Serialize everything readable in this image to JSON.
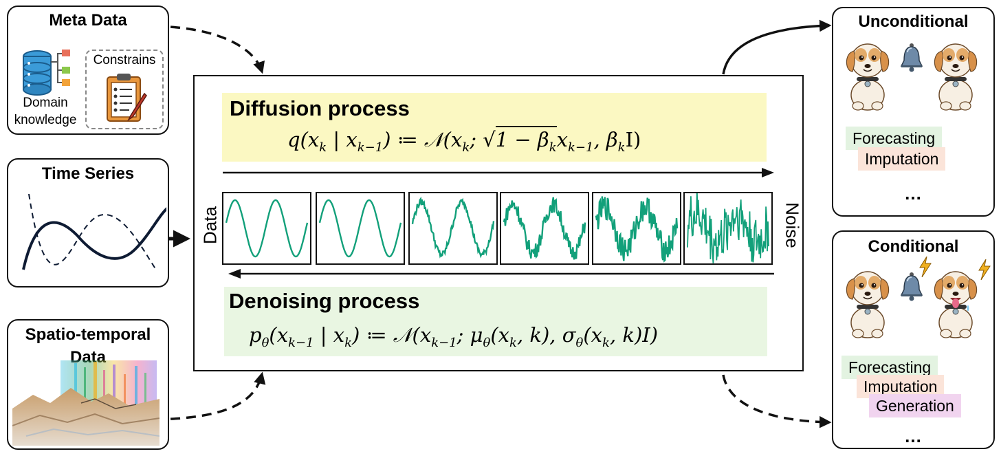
{
  "meta": {
    "title": "Meta Data",
    "domain_line1": "Domain",
    "domain_line2": "knowledge",
    "constrains": "Constrains"
  },
  "timeseries": {
    "title": "Time Series"
  },
  "spatio": {
    "title_line1": "Spatio-temporal",
    "title_line2": "Data"
  },
  "center": {
    "diffusion_title": "Diffusion process",
    "denoising_title": "Denoising process",
    "left_label": "Data",
    "right_label": "Noise",
    "diffusion_formula": {
      "lhs": "q(x",
      "sub_k": "k",
      "bar": " | x",
      "sub_k1": "k−1",
      "assign": ") ≔ 𝒩(x",
      "semi": "; ",
      "sqrt_body": "1 − β",
      "after_sqrt": "x",
      "comma": ", β",
      "end": "I)"
    },
    "denoising_formula": {
      "p": "p",
      "theta": "θ",
      "open": "(x",
      "sub_k1": "k−1",
      "bar": " | x",
      "sub_k": "k",
      "assign": ") ≔ 𝒩(x",
      "semi": "; μ",
      "mid": "(x",
      "kc": ", k), σ",
      "end": ", k)I)"
    }
  },
  "unconditional": {
    "title": "Unconditional",
    "tags": [
      "Forecasting",
      "Imputation"
    ],
    "more": "..."
  },
  "conditional": {
    "title": "Conditional",
    "tags": [
      "Forecasting",
      "Imputation",
      "Generation"
    ],
    "more": "..."
  },
  "colors": {
    "diffusion_bg": "#fbf8c2",
    "denoising_bg": "#e9f6e2",
    "wave": "#12a07a",
    "forecast_bg": "#e3f3e1",
    "imputation_bg": "#fbe4d9",
    "generation_bg": "#f1d4ef"
  },
  "icons": [
    "database-icon",
    "clipboard-icon",
    "dog-icon",
    "bell-icon",
    "lightning-icon"
  ]
}
